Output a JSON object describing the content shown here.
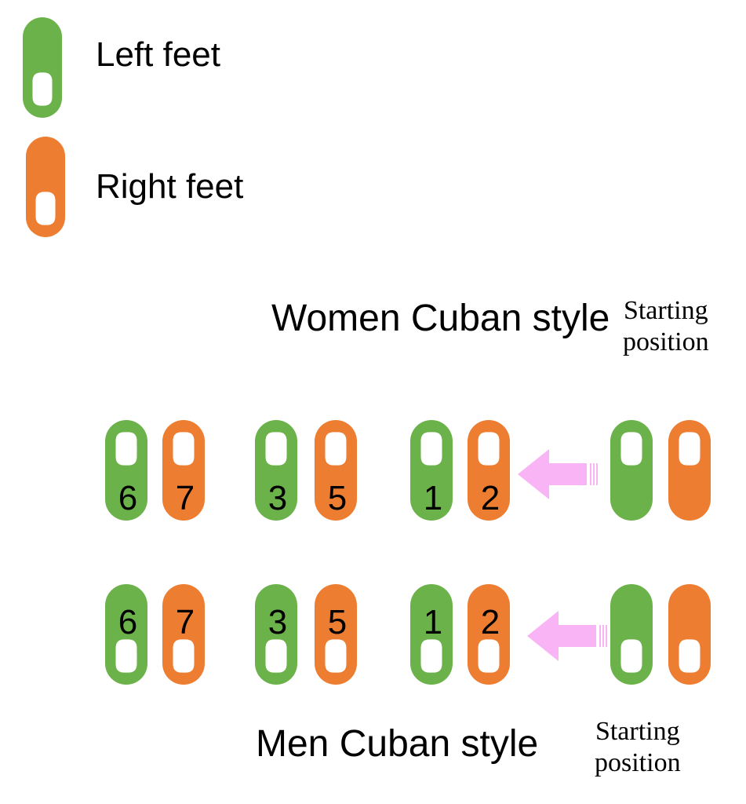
{
  "colors": {
    "left": "#6BB24A",
    "right": "#ED7D31",
    "arrow": "#F8B4F4",
    "background": "#FFFFFF"
  },
  "legend": [
    {
      "id": "left",
      "label": "Left feet",
      "icon": "left-foot-icon"
    },
    {
      "id": "right",
      "label": "Right feet",
      "icon": "right-foot-icon"
    }
  ],
  "women": {
    "title": "Women Cuban style",
    "start_label": [
      "Starting",
      "position"
    ],
    "orientation": "heel-up",
    "steps": [
      {
        "label": "6",
        "foot": "left"
      },
      {
        "label": "7",
        "foot": "right"
      },
      {
        "label": "3",
        "foot": "left"
      },
      {
        "label": "5",
        "foot": "right"
      },
      {
        "label": "1",
        "foot": "left"
      },
      {
        "label": "2",
        "foot": "right"
      }
    ],
    "start": [
      {
        "foot": "left"
      },
      {
        "foot": "right"
      }
    ]
  },
  "men": {
    "title": "Men Cuban style",
    "start_label": [
      "Starting",
      "position"
    ],
    "orientation": "heel-down",
    "steps": [
      {
        "label": "6",
        "foot": "left"
      },
      {
        "label": "7",
        "foot": "right"
      },
      {
        "label": "3",
        "foot": "left"
      },
      {
        "label": "5",
        "foot": "right"
      },
      {
        "label": "1",
        "foot": "left"
      },
      {
        "label": "2",
        "foot": "right"
      }
    ],
    "start": [
      {
        "foot": "left"
      },
      {
        "foot": "right"
      }
    ]
  }
}
